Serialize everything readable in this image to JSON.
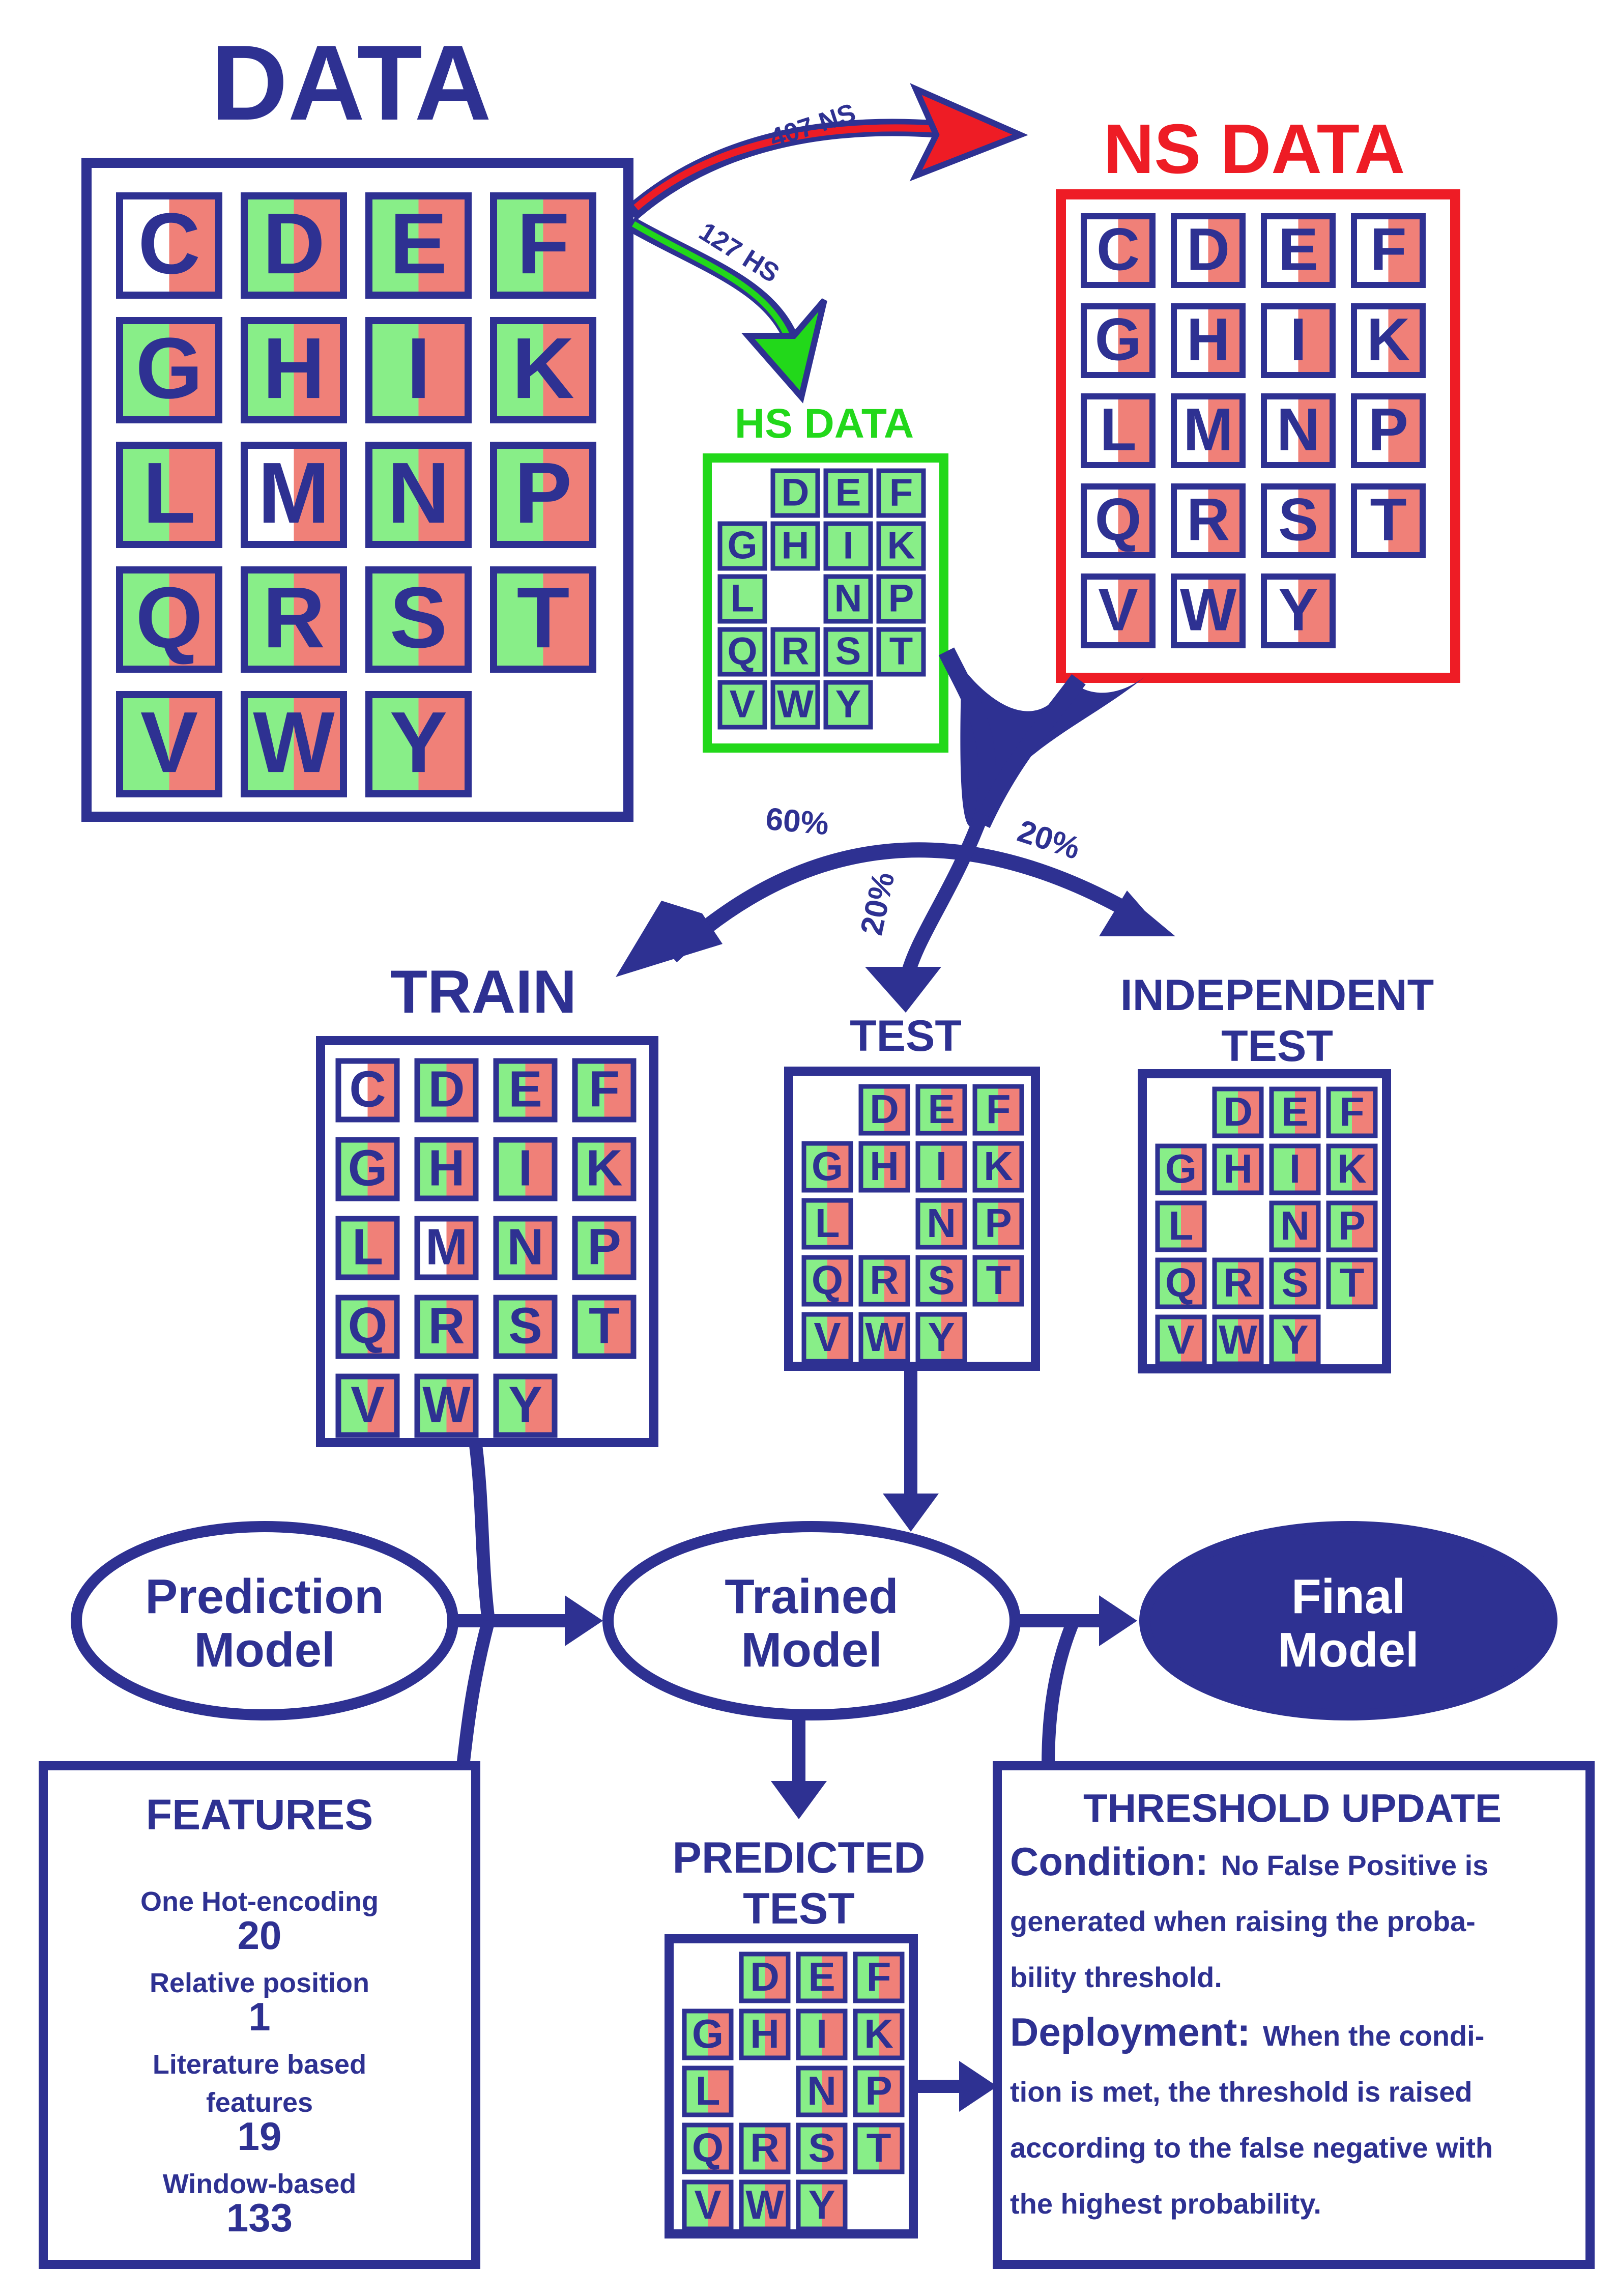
{
  "colors": {
    "navy": "#2e3192",
    "red": "#ee1c25",
    "green": "#22d81a",
    "cell_red": "#f08078",
    "cell_green": "#88ee88",
    "white": "#ffffff",
    "final_fill": "#2e3192"
  },
  "titles": {
    "data": "DATA",
    "ns_data": "NS DATA",
    "hs_data": "HS DATA",
    "train": "TRAIN",
    "test": "TEST",
    "independent_test_line1": "INDEPENDENT",
    "independent_test_line2": "TEST",
    "predicted_test_line1": "PREDICTED",
    "predicted_test_line2": "TEST"
  },
  "arrow_labels": {
    "ns_count": "407 NS",
    "hs_count": "127 HS",
    "split_train": "60%",
    "split_test": "20%",
    "split_independent": "20%"
  },
  "models": {
    "prediction_line1": "Prediction",
    "prediction_line2": "Model",
    "trained_line1": "Trained",
    "trained_line2": "Model",
    "final_line1": "Final",
    "final_line2": "Model"
  },
  "features": {
    "title": "FEATURES",
    "items": [
      {
        "label": "One Hot-encoding",
        "value": "20"
      },
      {
        "label": "Relative position",
        "value": "1"
      },
      {
        "label_line1": "Literature based",
        "label_line2": "features",
        "value": "19"
      },
      {
        "label": "Window-based",
        "value": "133"
      }
    ]
  },
  "threshold": {
    "title": "THRESHOLD UPDATE",
    "condition_label": "Condition:",
    "condition_line1": "No False Positive is",
    "condition_line2": "generated when raising the proba-",
    "condition_line3": "bility threshold.",
    "deployment_label": "Deployment:",
    "deployment_line1": "When the condi-",
    "deployment_line2": "tion is met, the threshold is raised",
    "deployment_line3": "according to the false negative with",
    "deployment_line4": "the highest probability."
  },
  "grids": {
    "full": [
      [
        "C",
        "D",
        "E",
        "F"
      ],
      [
        "G",
        "H",
        "I",
        "K"
      ],
      [
        "L",
        "M",
        "N",
        "P"
      ],
      [
        "Q",
        "R",
        "S",
        "T"
      ],
      [
        "V",
        "W",
        "Y",
        ""
      ]
    ],
    "full_split": [
      [
        "C",
        "D",
        "E",
        "F"
      ],
      [
        "G",
        "H",
        "I",
        "K"
      ],
      [
        "L",
        "M",
        "N",
        "P"
      ],
      [
        "Q",
        "R",
        "S",
        "T"
      ],
      [
        "V",
        "W",
        "Y",
        ""
      ]
    ],
    "partial": [
      [
        "",
        "D",
        "E",
        "F"
      ],
      [
        "G",
        "H",
        "I",
        "K"
      ],
      [
        "L",
        "",
        "N",
        "P"
      ],
      [
        "Q",
        "R",
        "S",
        "T"
      ],
      [
        "V",
        "W",
        "Y",
        ""
      ]
    ]
  }
}
